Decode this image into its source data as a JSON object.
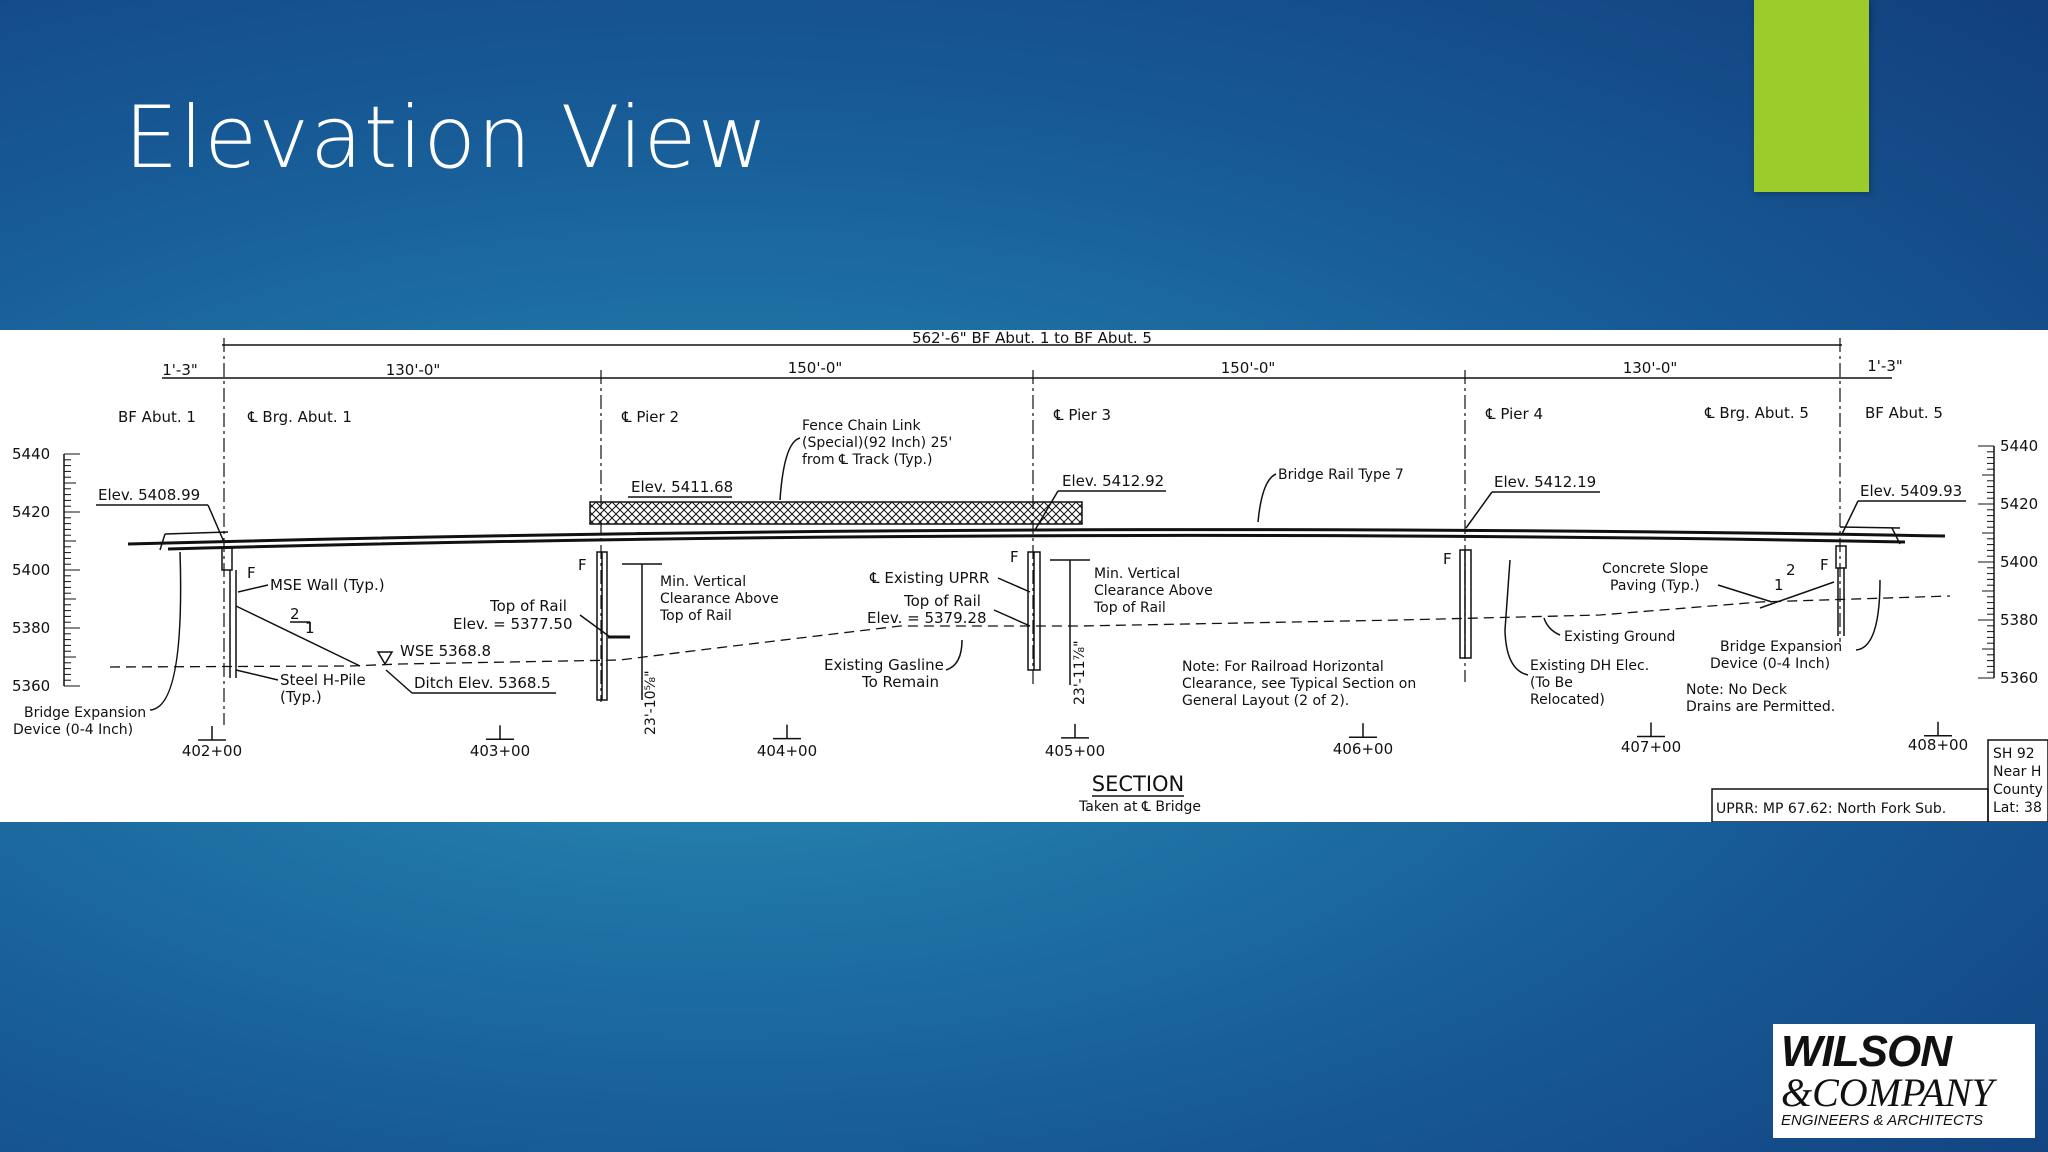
{
  "slide": {
    "title": "Elevation View"
  },
  "drawing": {
    "dims": {
      "overall": "562'-6\" BF Abut. 1 to BF Abut. 5",
      "end_left": "1'-3\"",
      "end_right": "1'-3\"",
      "span1": "130'-0\"",
      "span2": "150'-0\"",
      "span3": "150'-0\"",
      "span4": "130'-0\""
    },
    "labels": {
      "bf_abut1": "BF Abut. 1",
      "brg_abut1": "℄ Brg. Abut. 1",
      "pier2": "℄ Pier 2",
      "pier3": "℄ Pier 3",
      "pier4": "℄ Pier 4",
      "brg_abut5": "℄ Brg. Abut. 5",
      "bf_abut5": "BF Abut. 5",
      "fence1": "Fence Chain Link",
      "fence2": "(Special)(92 Inch) 25'",
      "fence3": "from ℄ Track (Typ.)",
      "rail_type": "Bridge Rail Type 7",
      "elev1": "Elev. 5408.99",
      "elev2": "Elev. 5411.68",
      "elev3": "Elev. 5412.92",
      "elev4": "Elev. 5412.19",
      "elev5": "Elev. 5409.93",
      "mse": "MSE Wall (Typ.)",
      "slope_v": "2",
      "slope_h": "1",
      "slope_v_r": "2",
      "slope_h_r": "1",
      "tor1a": "Top of Rail",
      "tor1b": "Elev. = 5377.50",
      "wse": "WSE 5368.8",
      "steel1": "Steel H-Pile",
      "steel2": "(Typ.)",
      "ditch": "Ditch Elev. 5368.5",
      "bed1": "Bridge Expansion",
      "bed2": "Device (0-4 Inch)",
      "minvc1a": "Min. Vertical",
      "minvc1b": "Clearance Above",
      "minvc1c": "Top of Rail",
      "dim_vc1": "23'-10⅝\"",
      "uprr": "℄ Existing UPRR",
      "tor2a": "Top of Rail",
      "tor2b": "Elev. = 5379.28",
      "gas1": "Existing Gasline",
      "gas2": "To Remain",
      "minvc2a": "Min. Vertical",
      "minvc2b": "Clearance Above",
      "minvc2c": "Top of Rail",
      "dim_vc2": "23'-11⅞\"",
      "note1": "Note: For Railroad Horizontal",
      "note2": "Clearance, see Typical Section on",
      "note3": "General Layout (2 of 2).",
      "dh1": "Existing DH Elec.",
      "dh2": "(To Be",
      "dh3": "Relocated)",
      "ground": "Existing Ground",
      "csp1": "Concrete Slope",
      "csp2": "Paving (Typ.)",
      "bed_r1": "Bridge Expansion",
      "bed_r2": "Device (0-4 Inch)",
      "nodeck1": "Note: No Deck",
      "nodeck2": "Drains are Permitted.",
      "f": "F",
      "section": "SECTION",
      "taken": "Taken at ℄ Bridge",
      "uprr_mp": "UPRR: MP 67.62: North Fork Sub.",
      "tb1": "SH 92",
      "tb2": "Near H",
      "tb3": "County",
      "tb4": "Lat: 38"
    },
    "scale_left": [
      "5440",
      "5420",
      "5400",
      "5380",
      "5360"
    ],
    "scale_right": [
      "5440",
      "5420",
      "5400",
      "5380",
      "5360"
    ],
    "stations": [
      "402+00",
      "403+00",
      "404+00",
      "405+00",
      "406+00",
      "407+00",
      "408+00"
    ]
  },
  "logo": {
    "line1": "WILSON",
    "line2": "&COMPANY",
    "line3": "ENGINEERS & ARCHITECTS"
  }
}
